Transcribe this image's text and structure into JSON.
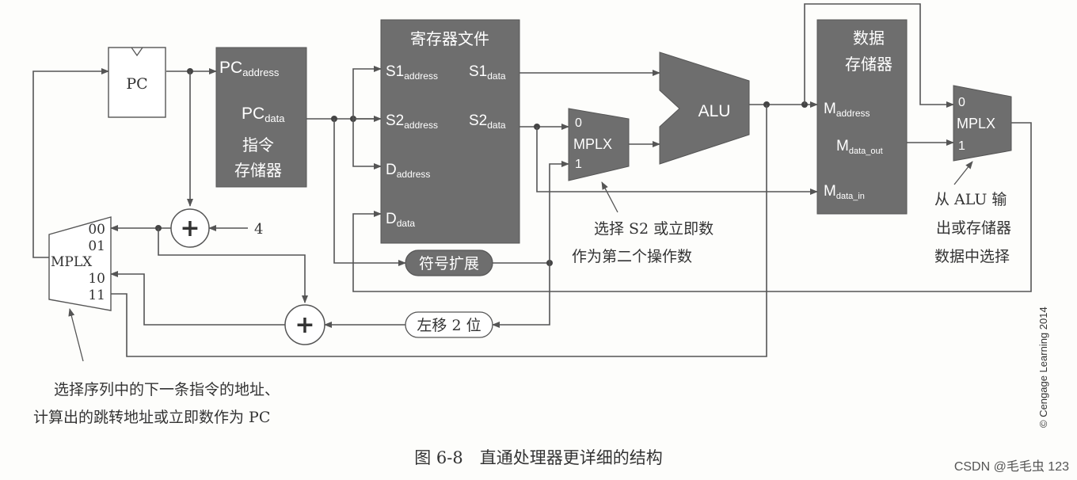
{
  "blocks": {
    "pc": "PC",
    "instr_mem": {
      "pc_address": "PC",
      "pc_address_sub": "address",
      "pc_data": "PC",
      "pc_data_sub": "data",
      "name_line1": "指令",
      "name_line2": "存储器"
    },
    "register_file": {
      "title": "寄存器文件",
      "s1_address": "S1",
      "s1_address_sub": "address",
      "s2_address": "S2",
      "s2_address_sub": "address",
      "d_address": "D",
      "d_address_sub": "address",
      "d_data": "D",
      "d_data_sub": "data",
      "s1_data": "S1",
      "s1_data_sub": "data",
      "s2_data": "S2",
      "s2_data_sub": "data"
    },
    "alu": "ALU",
    "mplx_alu": {
      "in0": "0",
      "label": "MPLX",
      "in1": "1"
    },
    "data_mem": {
      "name_line1": "数据",
      "name_line2": "存储器",
      "m_address": "M",
      "m_address_sub": "address",
      "m_data_out": "M",
      "m_data_out_sub": "data_out",
      "m_data_in": "M",
      "m_data_in_sub": "data_in"
    },
    "mplx_out": {
      "in0": "0",
      "label": "MPLX",
      "in1": "1"
    },
    "mplx_pc": {
      "in00": "00",
      "in01": "01",
      "label": "MPLX",
      "in10": "10",
      "in11": "11"
    },
    "adder_symbol": "+",
    "const_four": "4",
    "sign_extend": "符号扩展",
    "shift_left": "左移 2 位"
  },
  "annotations": {
    "mplx_alu_line1": "选择 S2 或立即数",
    "mplx_alu_line2": "作为第二个操作数",
    "mplx_out_line1": "从 ALU 输",
    "mplx_out_line2": "出或存储器",
    "mplx_out_line3": "数据中选择",
    "mplx_pc_line1": "选择序列中的下一条指令的地址、",
    "mplx_pc_line2": "计算出的跳转地址或立即数作为 PC"
  },
  "caption": "图 6-8　直通处理器更详细的结构",
  "copyright": "© Cengage Learning 2014",
  "watermark": "CSDN @毛毛虫 123",
  "colors": {
    "block": "#6e6e6e",
    "wire": "#555555",
    "text": "#333333",
    "background": "#fdfdfb"
  }
}
